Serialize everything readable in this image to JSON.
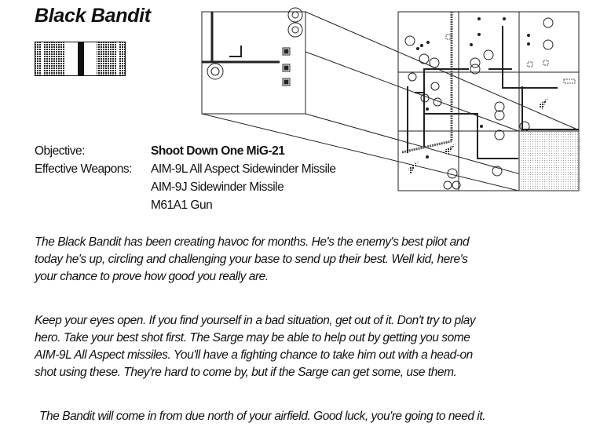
{
  "mission": {
    "title": "Black Bandit",
    "objective_label": "Objective:",
    "objective": "Shoot Down One MiG-21",
    "weapons_label": "Effective Weapons:",
    "weapons": [
      "AIM-9L All Aspect Sidewinder Missile",
      "AIM-9J Sidewinder Missile",
      "M61A1 Gun"
    ]
  },
  "briefing": {
    "paragraph1": [
      "The Black Bandit has been creating havoc for months.  He's the enemy's best pilot and",
      "today he's up, circling and challenging your base to send up their best.  Well kid, here's",
      "your chance to prove how good you really are."
    ],
    "paragraph2": [
      "Keep your eyes open.  If you find yourself in a bad situation, get out of it.  Don't try to play",
      "hero.  Take your best shot first.  The Sarge may be able to help out by getting you some",
      "AIM-9L All Aspect missiles.  You'll have a fighting chance to take him out with a head-on",
      "shot using these.  They're hard to come by, but if the Sarge can get some, use them."
    ],
    "closing": "The Bandit will come in from due north of your airfield.  Good luck, you're going to need it."
  }
}
